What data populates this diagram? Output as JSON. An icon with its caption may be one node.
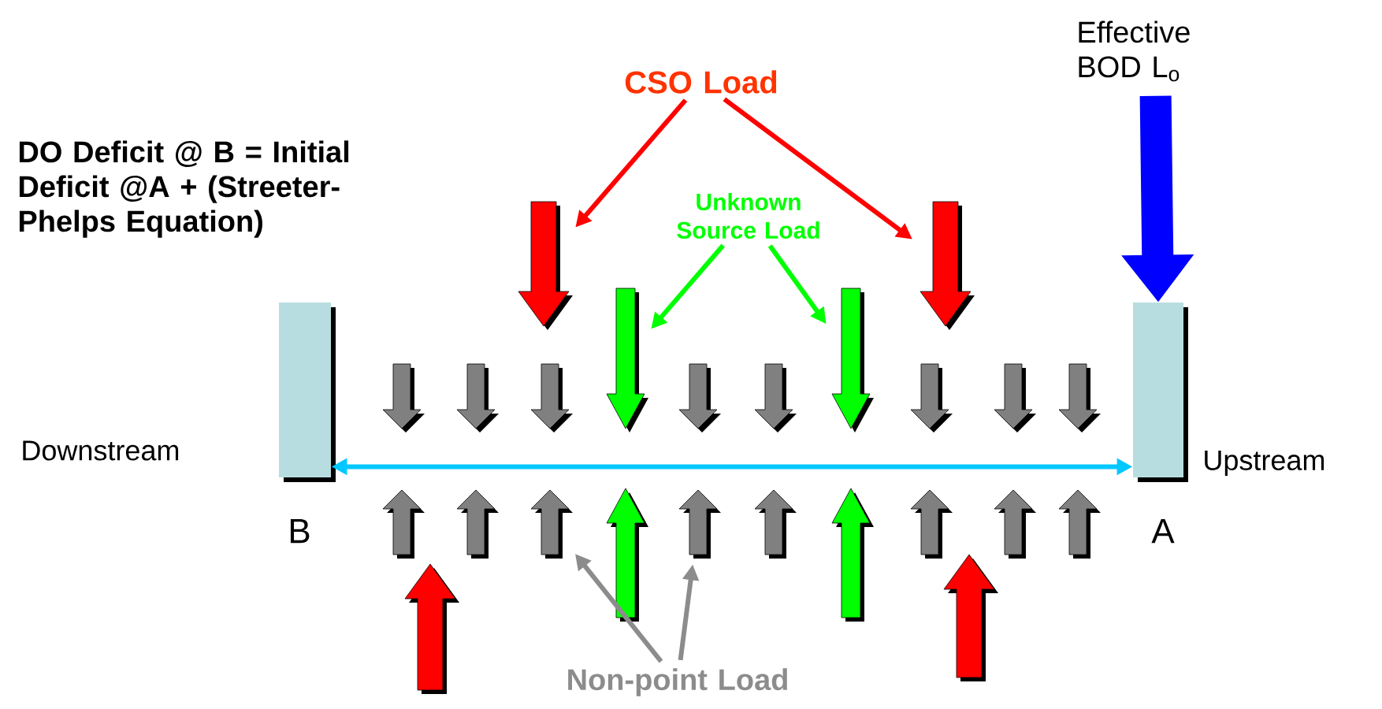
{
  "diagram": {
    "nodes": [
      {
        "text": [
          "Effective BOD L$_{o}$"
        ]
      },
      {
        "text": [
          "CSO Load"
        ]
      },
      {
        "text": [],
        "shape": "arrow"
      },
      {
        "text": [],
        "shape": "arrow"
      },
      {
        "text": [
          "Unknown Source Load"
        ]
      },
      {
        "text": [],
        "shape": "box",
        "beside": [
          "Downstream",
          "B"
        ]
      },
      {
        "text": [],
        "shape": "arrow"
      },
      {
        "text": [],
        "shape": "arrow"
      },
      {
        "text": [],
        "shape": "box",
        "beside": [
          "Upstream",
          "A"
        ]
      },
      {
        "text": [],
        "shape": "arrow"
      },
      {
        "text": [],
        "shape": "arrow"
      },
      {
        "text": [],
        "shape": "arrow"
      },
      {
        "text": [],
        "shape": "arrow"
      },
      {
        "text": [],
        "shape": "arrow"
      },
      {
        "text": [],
        "shape": "arrow"
      },
      {
        "text": [],
        "shape": "arrow"
      },
      {
        "text": [],
        "shape": "arrow"
      },
      {
        "text": [],
        "shape": "arrow"
      },
      {
        "text": [],
        "shape": "arrow"
      },
      {
        "text": [],
        "shape": "arrow"
      },
      {
        "text": [],
        "shape": "arrow"
      },
      {
        "text": [],
        "shape": "arrow"
      },
      {
        "text": [],
        "shape": "arrow"
      },
      {
        "text": [],
        "shape": "arrow"
      },
      {
        "text": [],
        "shape": "arrow"
      },
      {
        "text": [],
        "shape": "arrow"
      },
      {
        "text": [],
        "shape": "arrow"
      },
      {
        "text": [],
        "shape": "arrow"
      },
      {
        "text": [],
        "shape": "arrow"
      },
      {
        "text": [
          "Non-point Load"
        ]
      }
    ],
    "edges": [
      {
        "from": 0,
        "to": 8,
        "arrow": "to",
        "style": "thick",
        "color": "#0000ff"
      },
      {
        "from": 1,
        "to": 2,
        "arrow": "to",
        "color": "#ff0000"
      },
      {
        "from": 1,
        "to": 3,
        "arrow": "to",
        "color": "#ff0000"
      },
      {
        "from": 4,
        "to": 6,
        "arrow": "to",
        "color": "#00ff00"
      },
      {
        "from": 4,
        "to": 7,
        "arrow": "to",
        "color": "#00ff00"
      },
      {
        "from": 29,
        "to": 19,
        "arrow": "to",
        "color": "#8c8c8c"
      },
      {
        "from": 29,
        "to": 20,
        "arrow": "to",
        "color": "#8c8c8c"
      },
      {
        "from": 5,
        "to": 8,
        "arrow": "both",
        "color": "#00c8ff"
      }
    ],
    "labels": [
      "DO Deficit @ B = Initial Deficit @A + (Streeter-Phelps Equation)"
    ]
  }
}
